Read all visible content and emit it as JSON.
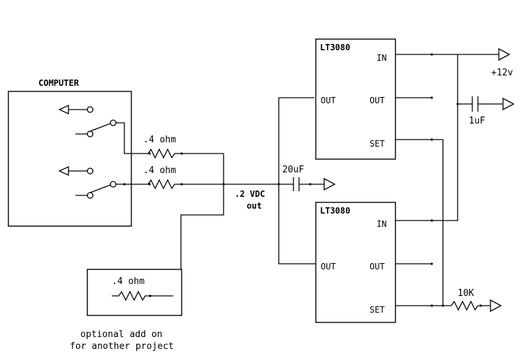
{
  "computer": {
    "title": "COMPUTER"
  },
  "resistors": {
    "r1": ".4 ohm",
    "r2": ".4 ohm",
    "r3": ".4 ohm",
    "r_set": "10K"
  },
  "capacitors": {
    "c_out": "20uF",
    "c_in": "1uF"
  },
  "output": {
    "line1": ".2 VDC",
    "line2": "out"
  },
  "supply": {
    "label": "+12v"
  },
  "regulators": [
    {
      "name": "LT3080",
      "pin_in": "IN",
      "pin_out_left": "OUT",
      "pin_out_right": "OUT",
      "pin_set": "SET"
    },
    {
      "name": "LT3080",
      "pin_in": "IN",
      "pin_out_left": "OUT",
      "pin_out_right": "OUT",
      "pin_set": "SET"
    }
  ],
  "addon": {
    "label": ".4 ohm",
    "note_line1": "optional add on",
    "note_line2": "for another project"
  }
}
